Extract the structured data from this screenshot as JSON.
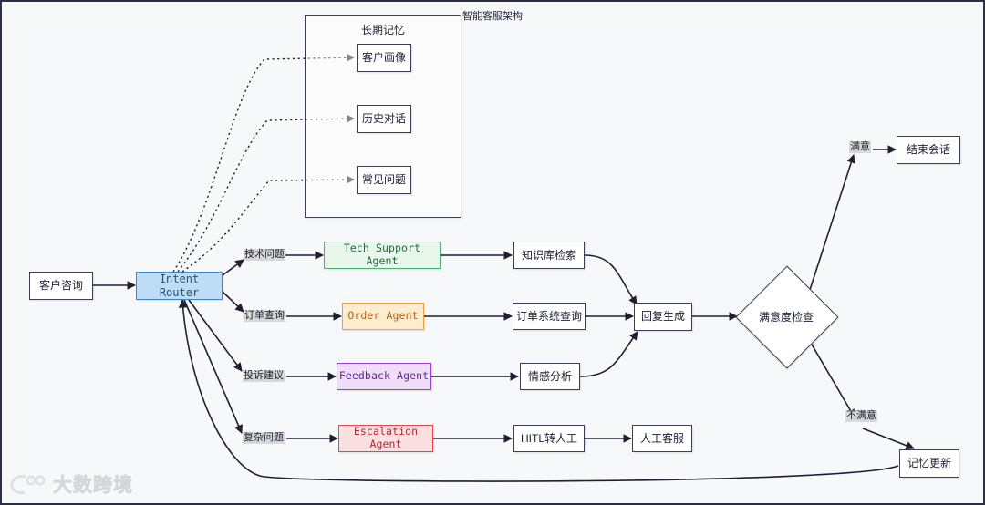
{
  "diagram": {
    "title": "智能客服架构",
    "subgraph": {
      "label": "长期记忆"
    },
    "nodes": {
      "inquiry": "客户咨询",
      "router": "Intent Router",
      "tech_agent": "Tech Support Agent",
      "order_agent": "Order Agent",
      "feedback_agent": "Feedback Agent",
      "escalation_agent": "Escalation Agent",
      "kb_search": "知识库检索",
      "order_query": "订单系统查询",
      "sentiment": "情感分析",
      "hitl": "HITL转人工",
      "human_service": "人工客服",
      "reply_gen": "回复生成",
      "satisfaction": "满意度检查",
      "end_session": "结束会话",
      "memory_update": "记忆更新",
      "customer_profile": "客户画像",
      "history_dialog": "历史对话",
      "faq": "常见问题"
    },
    "edge_labels": {
      "tech": "技术问题",
      "order": "订单查询",
      "feedback": "投诉建议",
      "complex": "复杂问题",
      "satisfied": "满意",
      "unsatisfied": "不满意"
    },
    "colors": {
      "canvas_bg": "#f7f8fa",
      "border": "#3b3f55",
      "router_fill": "#bfdcf5",
      "router_stroke": "#3c87c9",
      "tech_fill": "#e8f6ec",
      "tech_stroke": "#4caf72",
      "order_fill": "#fdeccd",
      "order_stroke": "#e8a33d",
      "feedback_fill": "#f0ddf8",
      "feedback_stroke": "#9b3fd4",
      "escalation_fill": "#fbe0e2",
      "escalation_stroke": "#e0484f",
      "edge_label_bg": "#d8d8d8"
    }
  },
  "watermark": {
    "text": "大数跨境"
  }
}
